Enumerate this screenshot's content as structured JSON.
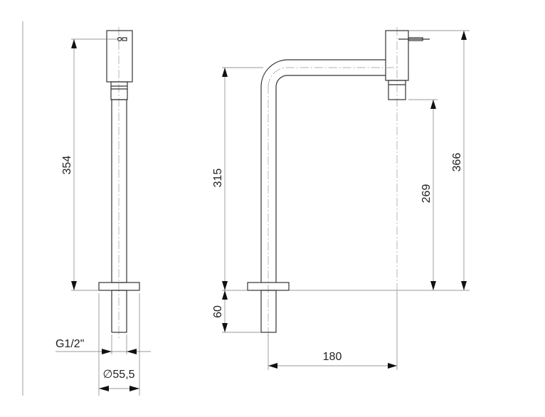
{
  "side_view": {
    "height_label": "354",
    "thread_label": "G1/2\"",
    "flange_diameter_label": "∅55,5"
  },
  "front_view": {
    "spout_height_label": "315",
    "shank_length_label": "60",
    "outlet_height_label": "269",
    "total_height_label": "366",
    "reach_label": "180"
  }
}
